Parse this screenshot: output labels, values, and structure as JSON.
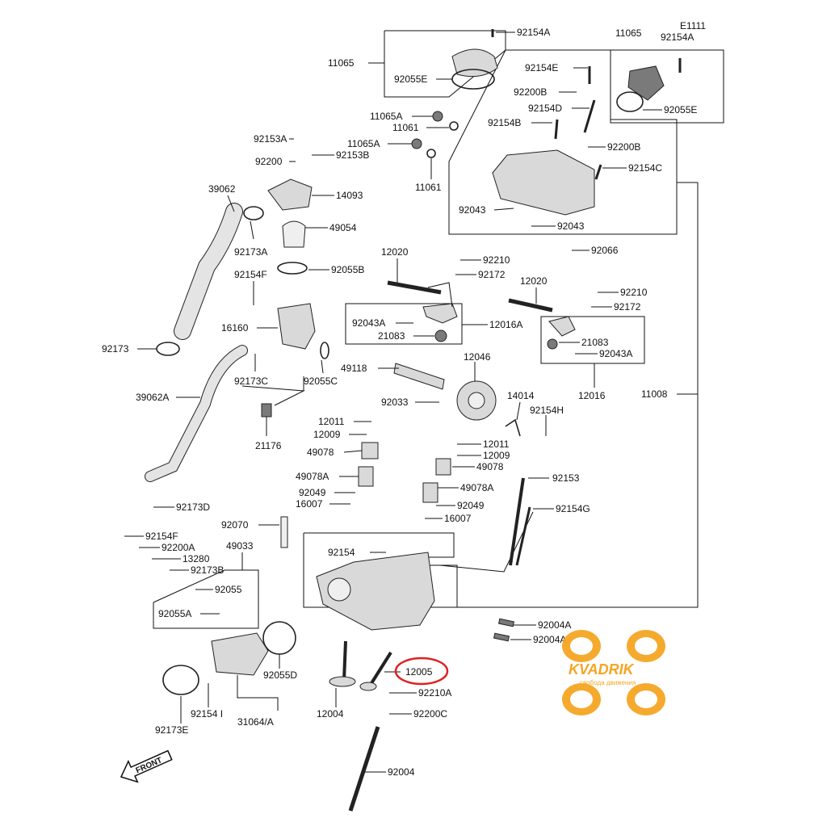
{
  "labels": {
    "l92154A_top": "92154A",
    "l11065_top": "11065",
    "lE1111": "E1111",
    "l92154A_right": "92154A",
    "l11065_mid": "11065",
    "l92055E_left": "92055E",
    "l92154E": "92154E",
    "l92200B_a": "92200B",
    "l92154D": "92154D",
    "l92055E_right": "92055E",
    "l11065A_a": "11065A",
    "l11061_a": "11061",
    "l92154B": "92154B",
    "l92153A": "92153A",
    "l11065A_b": "11065A",
    "l92200B_b": "92200B",
    "l92200": "92200",
    "l92153B": "92153B",
    "l92154C": "92154C",
    "l11061_b": "11061",
    "l39062": "39062",
    "l14093": "14093",
    "l92043_a": "92043",
    "l92043_b": "92043",
    "l49054": "49054",
    "l92173A": "92173A",
    "l92066": "92066",
    "l12020_a": "12020",
    "l92210_a": "92210",
    "l92055B": "92055B",
    "l92154F": "92154F",
    "l92172_a": "92172",
    "l12020_b": "12020",
    "l92210_b": "92210",
    "l92172_b": "92172",
    "l92043A_a": "92043A",
    "l12016A": "12016A",
    "l16160": "16160",
    "l21083_a": "21083",
    "l21083_b": "21083",
    "l92173": "92173",
    "l92043A_b": "92043A",
    "l12046": "12046",
    "l49118": "49118",
    "l92173C": "92173C",
    "l92055C": "92055C",
    "l12016": "12016",
    "l11008": "11008",
    "l14014": "14014",
    "l39062A": "39062A",
    "l92033": "92033",
    "l92154H": "92154H",
    "l12011_a": "12011",
    "l12009_a": "12009",
    "l21176": "21176",
    "l12011_b": "12011",
    "l49078_a": "49078",
    "l12009_b": "12009",
    "l49078_b": "49078",
    "l49078A_a": "49078A",
    "l92153": "92153",
    "l49078A_b": "49078A",
    "l92049_a": "92049",
    "l16007_a": "16007",
    "l92049_b": "92049",
    "l92154G": "92154G",
    "l92173D": "92173D",
    "l16007_b": "16007",
    "l92070": "92070",
    "l92154F_b": "92154F",
    "l92200A": "92200A",
    "l49033": "49033",
    "l13280": "13280",
    "l92154": "92154",
    "l92173B": "92173B",
    "l92055": "92055",
    "l92055A": "92055A",
    "l92004A_a": "92004A",
    "l92004A_b": "92004A",
    "l12005": "12005",
    "l92055D": "92055D",
    "l92210A": "92210A",
    "l12004": "12004",
    "l92200C": "92200C",
    "l92173E": "92173E",
    "l92154I": "92154 I",
    "l31064A": "31064/A",
    "l92004": "92004"
  },
  "front_arrow": "FRONT",
  "watermark": {
    "brand": "KVADRIK",
    "slogan": "свобода движения",
    "color": "#f5a623"
  },
  "highlight": {
    "part": "12005",
    "color": "#e02020"
  },
  "icons": [
    "front-arrow-icon",
    "kvadrik-logo"
  ]
}
